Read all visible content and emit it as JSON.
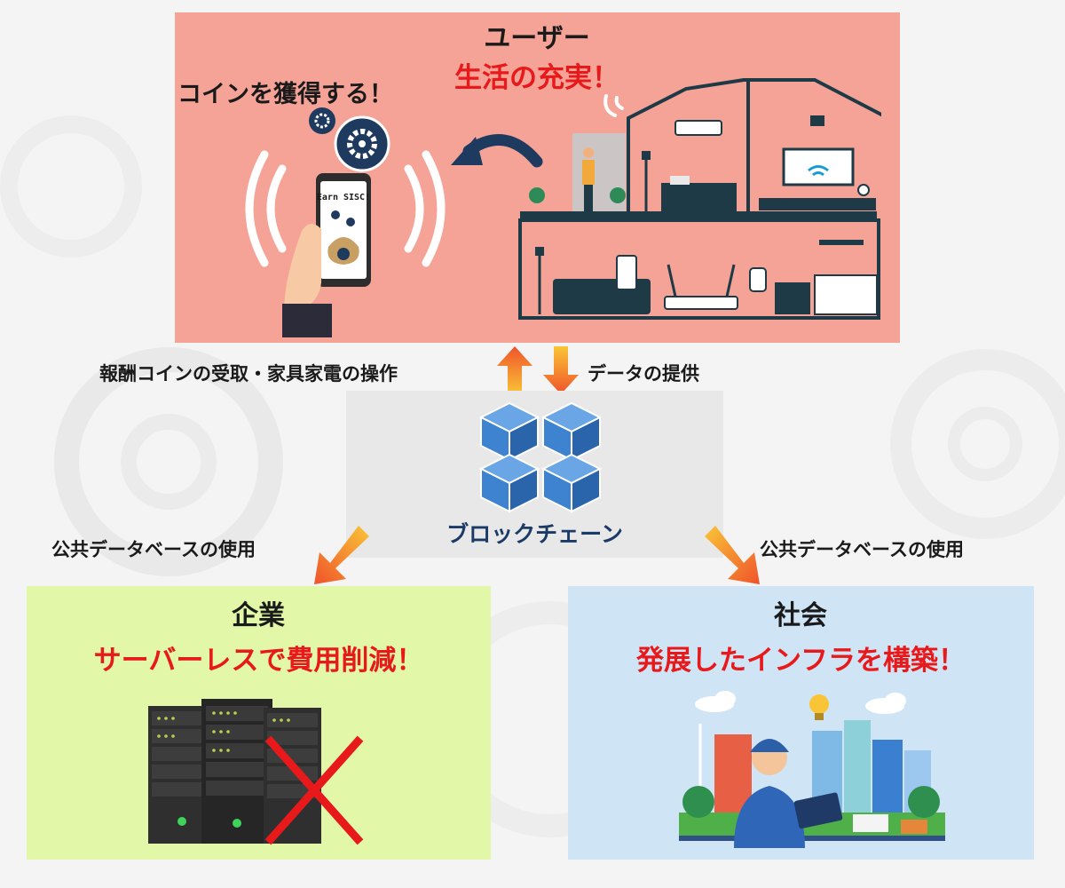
{
  "user_panel": {
    "title": "ユーザー",
    "slogan": "生活の充実！",
    "coin_caption": "コインを獲得する！",
    "phone_screen_text": "Earn SISC!"
  },
  "flows": {
    "up_label": "報酬コインの受取・家具家電の操作",
    "down_label": "データの提供",
    "left_label": "公共データベースの使用",
    "right_label": "公共データベースの使用"
  },
  "blockchain": {
    "label": "ブロックチェーン"
  },
  "corp_panel": {
    "title": "企業",
    "slogan": "サーバーレスで費用削減！"
  },
  "society_panel": {
    "title": "社会",
    "slogan": "発展したインフラを構築！"
  },
  "colors": {
    "user_bg": "#f6a397",
    "chain_bg": "#e8e8e8",
    "corp_bg": "#e2f7a8",
    "society_bg": "#cfe5f6",
    "accent_red": "#e8191b",
    "house_dark": "#1e3a46",
    "cube_blue": "#3d83cf",
    "arrow_orange": "#f06a2a"
  }
}
